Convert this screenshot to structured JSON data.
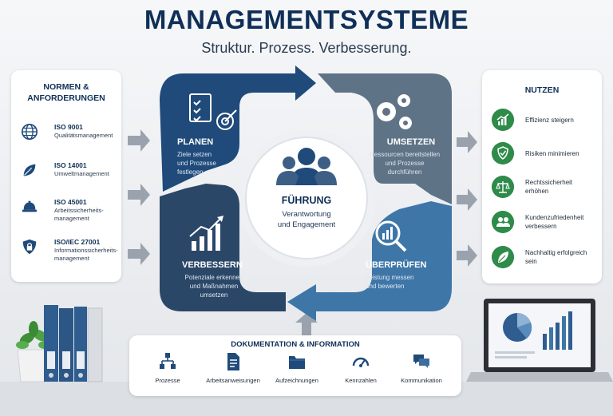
{
  "title": "MANAGEMENTSYSTEME",
  "subtitle": "Struktur. Prozess. Verbesserung.",
  "colors": {
    "navy": "#1f4a7a",
    "slate": "#5f7386",
    "blue": "#3e76a8",
    "green": "#2e8b4a"
  },
  "left_panel": {
    "heading_line1": "NORMEN &",
    "heading_line2": "ANFORDERUNGEN",
    "items": [
      {
        "code": "ISO 9001",
        "desc": "Qualitätsmanagement",
        "icon": "globe-icon"
      },
      {
        "code": "ISO 14001",
        "desc": "Umweltmanagement",
        "icon": "leaf-icon"
      },
      {
        "code": "ISO 45001",
        "desc_line1": "Arbeitssicherheits-",
        "desc_line2": "management",
        "icon": "hard-hat-icon"
      },
      {
        "code": "ISO/IEC 27001",
        "desc_line1": "Informationssicherheits-",
        "desc_line2": "management",
        "icon": "shield-lock-icon"
      }
    ]
  },
  "cycle": {
    "planen": {
      "label": "PLANEN",
      "text_line1": "Ziele setzen",
      "text_line2": "und Prozesse",
      "text_line3": "festlegen",
      "icon": "checklist-target-icon"
    },
    "umsetzen": {
      "label": "UMSETZEN",
      "text_line1": "Ressourcen bereitstellen",
      "text_line2": "und Prozesse",
      "text_line3": "durchführen",
      "icon": "gears-icon"
    },
    "ueberpruefen": {
      "label": "ÜBERPRÜFEN",
      "text_line1": "Leistung messen",
      "text_line2": "und bewerten",
      "icon": "magnifier-chart-icon"
    },
    "verbessern": {
      "label": "VERBESSERN",
      "text_line1": "Potenziale erkennen",
      "text_line2": "und Maßnahmen",
      "text_line3": "umsetzen",
      "icon": "growth-chart-icon"
    },
    "center": {
      "label": "FÜHRUNG",
      "text_line1": "Verantwortung",
      "text_line2": "und Engagement",
      "icon": "team-icon"
    }
  },
  "right_panel": {
    "heading": "NUTZEN",
    "items": [
      {
        "line1": "Effizienz steigern",
        "icon": "chart-up-icon"
      },
      {
        "line1": "Risiken minimieren",
        "icon": "shield-check-icon"
      },
      {
        "line1": "Rechtssicherheit",
        "line2": "erhöhen",
        "icon": "scales-icon"
      },
      {
        "line1": "Kundenzufriedenheit",
        "line2": "verbessern",
        "icon": "people-icon"
      },
      {
        "line1": "Nachhaltig erfolgreich",
        "line2": "sein",
        "icon": "leaf-icon"
      }
    ]
  },
  "documentation": {
    "heading": "DOKUMENTATION & INFORMATION",
    "items": [
      {
        "label": "Prozesse",
        "icon": "process-tree-icon"
      },
      {
        "label": "Arbeitsanweisungen",
        "icon": "document-icon"
      },
      {
        "label": "Aufzeichnungen",
        "icon": "folder-icon"
      },
      {
        "label": "Kennzahlen",
        "icon": "gauge-icon"
      },
      {
        "label": "Kommunikation",
        "icon": "chat-icon"
      }
    ]
  }
}
